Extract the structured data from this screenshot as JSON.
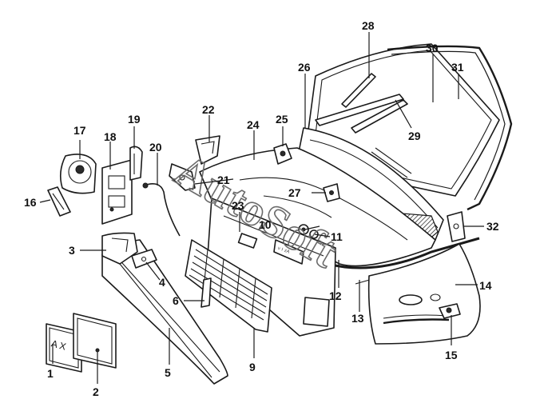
{
  "watermark": "AutoSoft",
  "callouts": [
    "1",
    "2",
    "3",
    "4",
    "5",
    "6",
    "9",
    "10",
    "11",
    "12",
    "13",
    "14",
    "15",
    "16",
    "17",
    "18",
    "19",
    "20",
    "21",
    "22",
    "23",
    "24",
    "25",
    "26",
    "27",
    "28",
    "29",
    "30",
    "31",
    "32"
  ],
  "plate_text": "A X",
  "colors": {
    "line": "#1a1a1a",
    "background": "#ffffff",
    "watermark": "#6a6a6a"
  }
}
